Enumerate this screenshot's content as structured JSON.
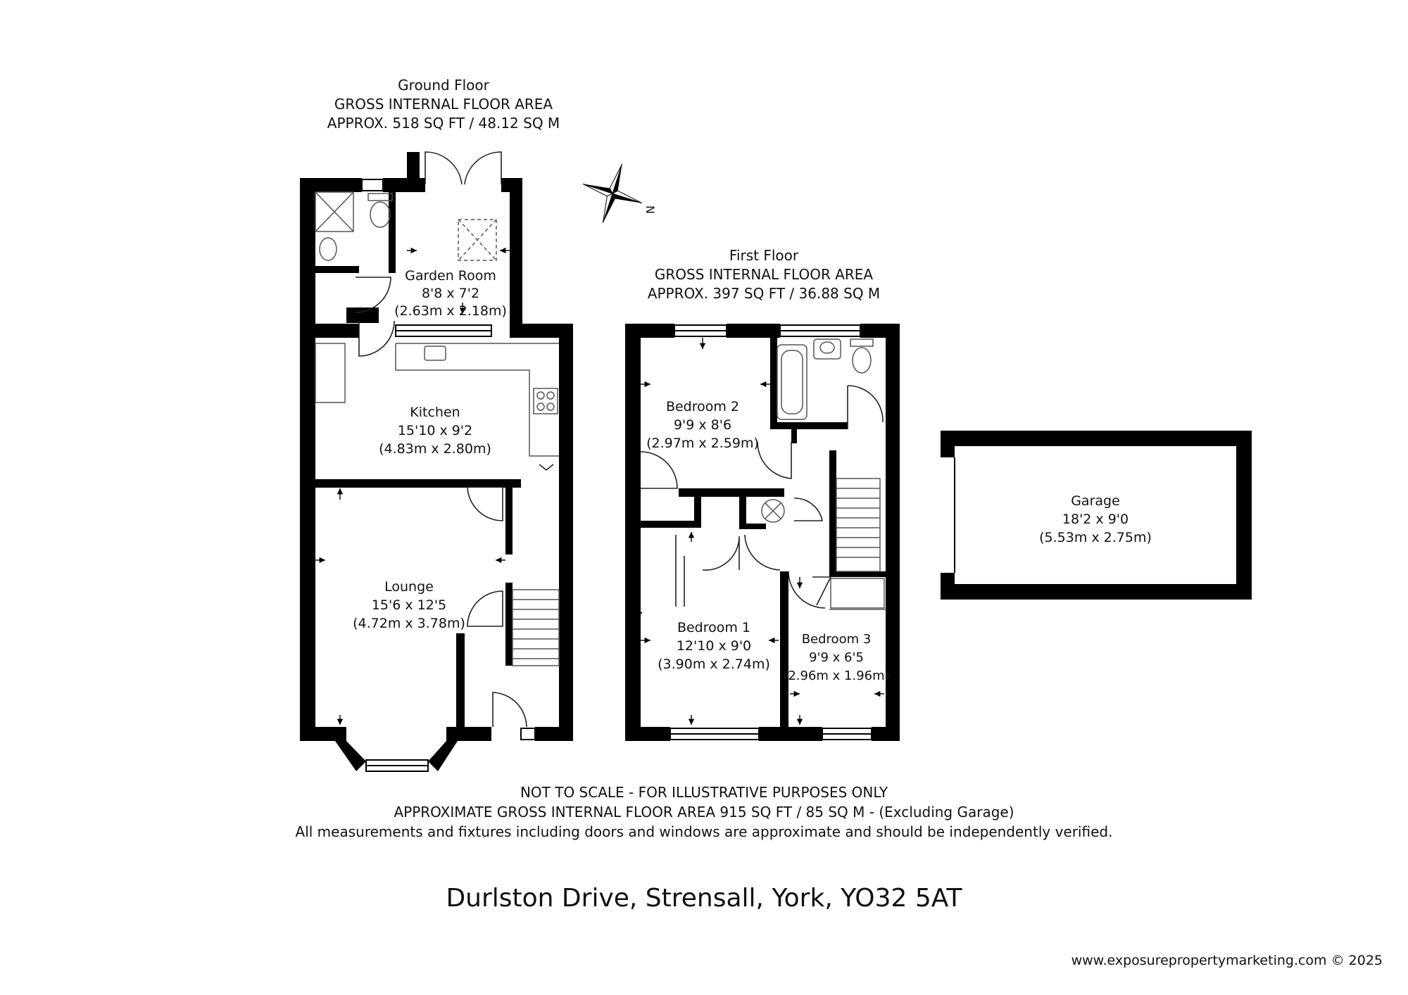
{
  "ground_floor": {
    "title": "Ground Floor",
    "area_line1": "GROSS INTERNAL FLOOR AREA",
    "area_line2": "APPROX. 518 SQ FT / 48.12 SQ M",
    "rooms": {
      "garden_room": {
        "name": "Garden Room",
        "imperial": "8'8 x 7'2",
        "metric": "(2.63m x 2.18m)"
      },
      "kitchen": {
        "name": "Kitchen",
        "imperial": "15'10 x 9'2",
        "metric": "(4.83m x 2.80m)"
      },
      "lounge": {
        "name": "Lounge",
        "imperial": "15'6 x 12'5",
        "metric": "(4.72m x 3.78m)"
      }
    }
  },
  "first_floor": {
    "title": "First Floor",
    "area_line1": "GROSS INTERNAL FLOOR AREA",
    "area_line2": "APPROX. 397 SQ FT / 36.88 SQ M",
    "rooms": {
      "bedroom2": {
        "name": "Bedroom 2",
        "imperial": "9'9 x 8'6",
        "metric": "(2.97m x 2.59m)"
      },
      "bedroom1": {
        "name": "Bedroom 1",
        "imperial": "12'10 x 9'0",
        "metric": "(3.90m x 2.74m)"
      },
      "bedroom3": {
        "name": "Bedroom 3",
        "imperial": "9'9 x 6'5",
        "metric": "(2.96m x 1.96m)"
      }
    }
  },
  "garage": {
    "name": "Garage",
    "imperial": "18'2 x 9'0",
    "metric": "(5.53m x 2.75m)"
  },
  "compass": {
    "label": "N"
  },
  "footer": {
    "line1": "NOT TO SCALE - FOR ILLUSTRATIVE PURPOSES ONLY",
    "line2": "APPROXIMATE GROSS INTERNAL FLOOR AREA 915 SQ FT / 85 SQ M - (Excluding Garage)",
    "line3": "All measurements and fixtures including doors and windows are approximate and should be independently verified."
  },
  "address": "Durlston Drive, Strensall, York, YO32 5AT",
  "credit": "www.exposurepropertymarketing.com © 2025",
  "colors": {
    "wall": "#000000",
    "background": "#ffffff",
    "fixture": "#555555"
  }
}
